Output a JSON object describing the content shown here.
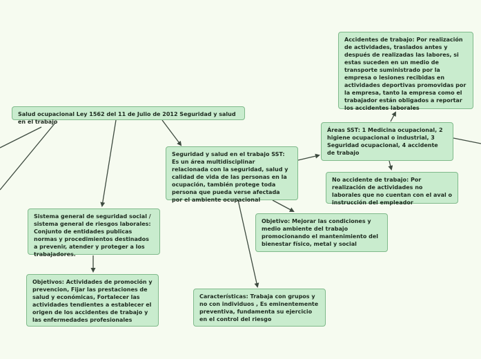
{
  "nodes": {
    "root": "Salud ocupacional Ley 1562 del 11 de Julio de 2012 Seguridad y salud en el trabajo",
    "sst": "Seguridad y salud en el trabajo SST: Es un área multidisciplinar relacionada con la seguridad, salud y calidad de vida de las personas en la ocupación, también protege toda persona que pueda verse afectada por el ambiente ocupacional",
    "areas": "Áreas SST: 1 Medicina ocupacional, 2 higiene ocupacional o industrial, 3 Seguridad ocupacional, 4 accidente de trabajo",
    "accidentes": "Accidentes de trabajo: Por realización de actividades, traslados antes y después de realizadas las labores, si estas suceden en un medio de transporte suministrado por la empresa o lesiones recibidas en actividades deportivas promovidas por la empresa, tanto la empresa como el trabajador están obligados a reportar los accidentes laborales",
    "no_accidente": "No accidente de trabajo: Por realización de actividades no laborales que no cuentan con el aval o instrucción del empleador",
    "objetivo_sst": "Objetivo: Mejorar las condiciones y medio ambiente del trabajo promocionando el mantenimiento del bienestar físico, metal y social",
    "caracteristicas": "Características: Trabaja con grupos y no con individuos , Es eminentemente preventiva, fundamenta su ejercicio en el control del riesgo",
    "sistema": "Sistema general de seguridad social / sistema general de riesgos laborales: Conjunto de entidades publicas normas y procedimientos destinados a prevenir, atender y proteger a los trabajadores.",
    "objetivos_sistema": "Objetivos: Actividades de promoción y prevencion, Fijar las prestaciones de salud y económicas, Fortalecer las actividades tendientes a establecer el origen de los accidentes de trabajo y las enfermedades profesionales"
  },
  "colors": {
    "background": "#f6fbf0",
    "node_fill": "#c9ecce",
    "node_border": "#7fb98a",
    "connector": "#3d4a3f"
  }
}
